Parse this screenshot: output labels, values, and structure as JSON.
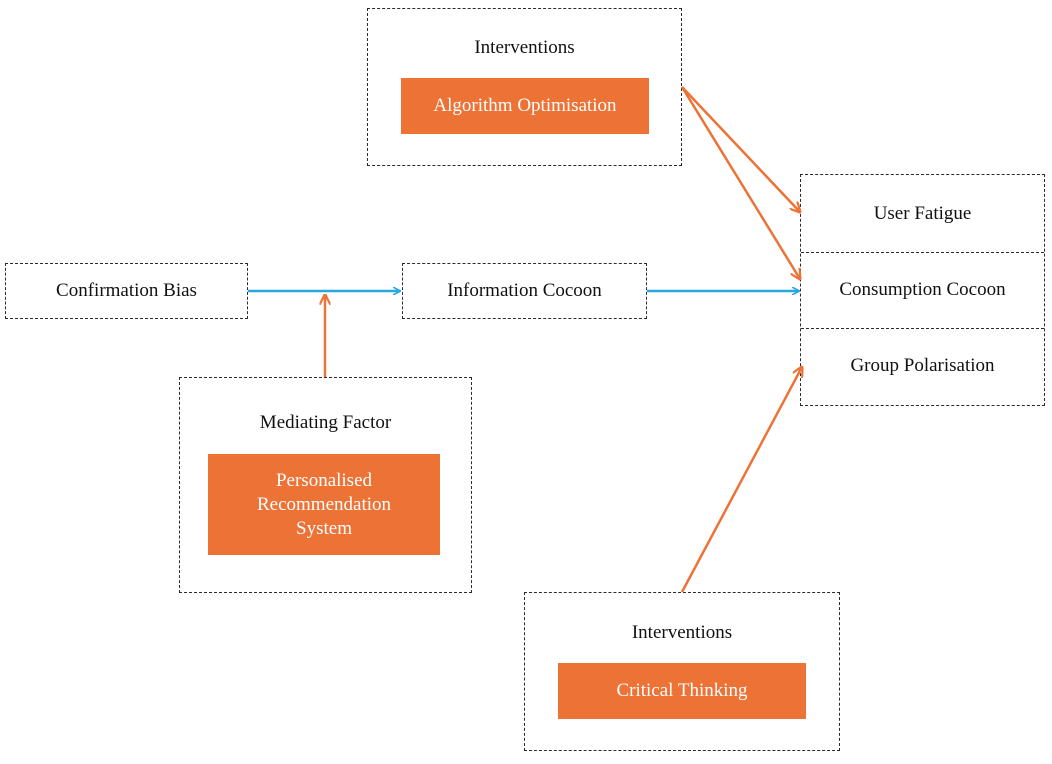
{
  "colors": {
    "orange": "#ec7236",
    "blue": "#2aa7df",
    "border": "#2b2b2b"
  },
  "nodes": {
    "confirmation_bias": "Confirmation Bias",
    "information_cocoon": "Information Cocoon",
    "user_fatigue": "User Fatigue",
    "consumption_cocoon": "Consumption Cocoon",
    "group_polarisation": "Group Polarisation"
  },
  "interventions_top": {
    "heading": "Interventions",
    "item": "Algorithm Optimisation"
  },
  "mediating": {
    "heading": "Mediating Factor",
    "item_line1": "Personalised",
    "item_line2": "Recommendation",
    "item_line3": "System"
  },
  "interventions_bottom": {
    "heading": "Interventions",
    "item": "Critical Thinking"
  }
}
